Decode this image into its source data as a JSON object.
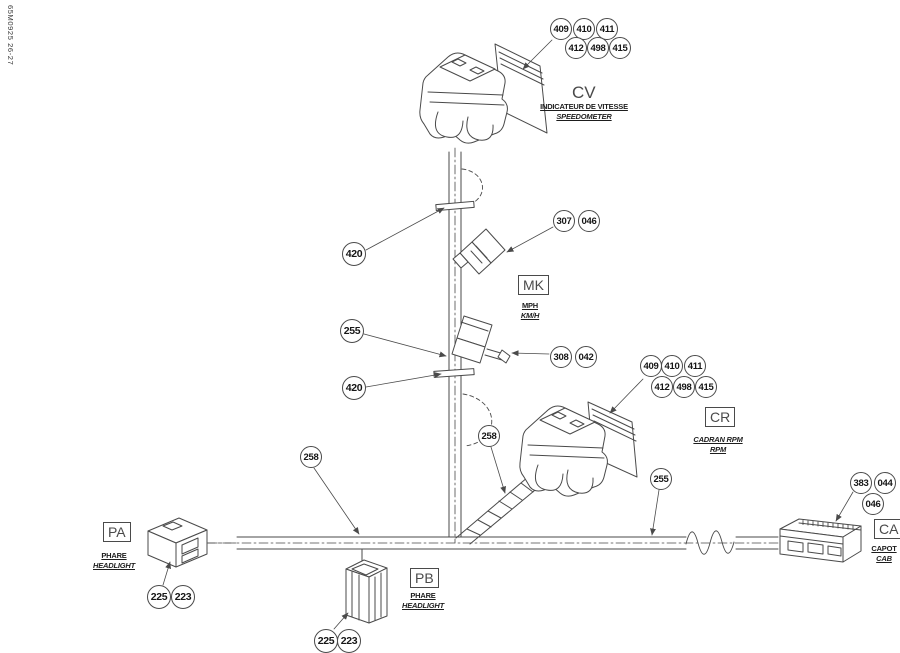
{
  "page": {
    "sheet_code": "65M0925 26-27"
  },
  "colors": {
    "line": "#4a4a4a",
    "text": "#1d1d1d",
    "background": "#ffffff"
  },
  "labels": {
    "cv": {
      "code": "CV",
      "fr": "INDICATEUR DE VITESSE",
      "en": "SPEEDOMETER"
    },
    "mk": {
      "code": "MK",
      "fr": "MPH",
      "en": "KM/H"
    },
    "cr": {
      "code": "CR",
      "fr": "CADRAN RPM",
      "en": "RPM"
    },
    "pa": {
      "code": "PA",
      "fr": "PHARE",
      "en": "HEADLIGHT"
    },
    "pb": {
      "code": "PB",
      "fr": "PHARE",
      "en": "HEADLIGHT"
    },
    "ca": {
      "code": "CA",
      "fr": "CAPOT",
      "en": "CAB"
    }
  },
  "callouts": {
    "cv_cluster": [
      "409",
      "410",
      "411",
      "412",
      "498",
      "415"
    ],
    "cr_cluster": [
      "409",
      "410",
      "411",
      "412",
      "498",
      "415"
    ],
    "mk_upper": [
      "307",
      "046"
    ],
    "mk_lower": [
      "308",
      "042"
    ],
    "harness_left": [
      "420",
      "255",
      "420"
    ],
    "branch": [
      "258",
      "258",
      "255"
    ],
    "pa": [
      "225",
      "223"
    ],
    "pb": [
      "225",
      "223"
    ],
    "ca": [
      "383",
      "044",
      "046"
    ]
  }
}
